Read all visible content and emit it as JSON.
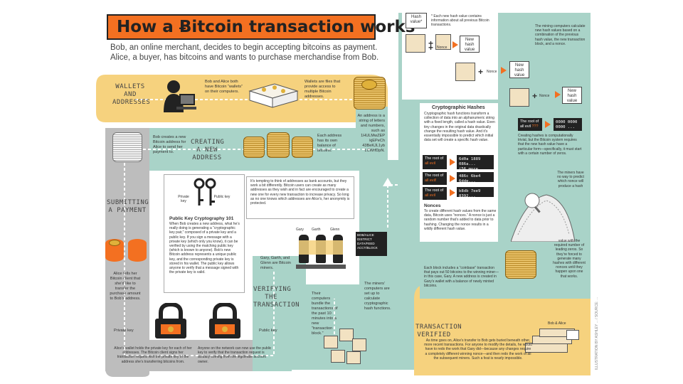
{
  "title": "How a Ƀitcoin transaction works",
  "intro": "Bob, an online merchant, decides to begin accepting bitcoins as payment. Alice, a buyer, has bitcoins and wants to purchase merchandise from Bob.",
  "colors": {
    "teal": "#a9d3c8",
    "yellow": "#f6d27e",
    "gray": "#bdbdbd",
    "orange": "#f37021",
    "dark": "#222222"
  },
  "wallets": {
    "heading": "WALLETS AND ADDRESSES",
    "text1": "Bob and Alice both have Bitcoin “wallets” on their computers.",
    "text2": "Wallets are files that provide access to multiple Bitcoin addresses.",
    "text3": "An address is a string of letters and numbers, such as 1HULMwZEP kjEPeCh 43BeKJL1yb LCWrfDpN.",
    "text4": "Each address has its own balance of bitcoins."
  },
  "creating": {
    "heading": "CREATING A NEW ADDRESS",
    "text": "Bob creates a new Bitcoin address for Alice to send her payment to."
  },
  "pkc": {
    "private_label": "Private key",
    "public_label": "Public key",
    "title": "Public Key Cryptography 101",
    "text": "When Bob creates a new address, what he’s really doing is generating a “cryptographic key pair,” composed of a private key and a public key. If you sign a message with a private key (which only you know), it can be verified by using the matching public key (which is known to anyone). Bob’s new Bitcoin address represents a unique public key, and the corresponding private key is stored in his wallet. The public key allows anyone to verify that a message signed with the private key is valid."
  },
  "tempting": {
    "text": "It’s tempting to think of addresses as bank accounts, but they work a bit differently. Bitcoin users can create as many addresses as they wish and in fact are encouraged to create a new one for every new transaction to increase privacy. So long as no one knows which addresses are Alice’s, her anonymity is protected."
  },
  "submitting": {
    "heading": "SUBMITTING A PAYMENT",
    "text": "Alice tells her Bitcoin client that she’d like to transfer the purchase amount to Bob’s address."
  },
  "keys": {
    "private_label": "Private key",
    "public_label": "Public key",
    "alice_text": "Alice’s wallet holds the private key for each of her addresses. The Bitcoin client signs her transaction request with the private key of the address she’s transferring bitcoins from.",
    "anyone_text": "Anyone on the network can now use the public key to verify that the transaction request is actually coming from the legitimate account owner."
  },
  "verifying": {
    "heading": "VERIFYING THE TRANSACTION",
    "miners_text": "Gary, Garth, and Glenn are Bitcoin miners.",
    "computers_text": "Their computers bundle the transactions of the past 10 minutes into a new “transaction block.”",
    "hash_text": "The miners’ computers are set up to calculate cryptographic hash functions.",
    "names": [
      "Gary",
      "Garth",
      "Glenn"
    ],
    "screen_lines": [
      "BOB/ALICE",
      "DISTRICT",
      "DATA/FEED",
      "ACCT/BLOCK"
    ]
  },
  "crypto_hashes": {
    "title": "Cryptographic Hashes",
    "text": "Cryptographic hash functions transform a collection of data into an alphanumeric string with a fixed length, called a hash value. Even tiny changes in the original data drastically change the resulting hash value. And it’s essentially impossible to predict which initial data set will create a specific hash value.",
    "rows": [
      {
        "label_a": "The root of",
        "label_b": "all evil",
        "hash": "6d0a 1889 086a...",
        "sub": "(56 more characters)"
      },
      {
        "label_a": "The root of",
        "label_b": "all evil!",
        "hash": "486c 6be4 6dde..."
      },
      {
        "label_a": "The root of",
        "label_b": "all evil",
        "hash": "b8db 7ee9 8392..."
      }
    ],
    "nonces_title": "Nonces",
    "nonces_text": "To create different hash values from the same data, Bitcoin uses “nonces.” A nonce is just a random number that’s added to data prior to hashing. Changing the nonce results in a wildly different hash value."
  },
  "chain": {
    "hash_value": "Hash value*",
    "note": "* Each new hash value contains information about all previous Bitcoin transactions.",
    "nonce": "Nonce",
    "new_hash": "New hash value",
    "miners_calc": "The mining computers calculate new hash values based on a combination of the previous hash value, the new transaction block, and a nonce."
  },
  "computational": {
    "box_a": "The root of",
    "box_b": "all evil",
    "box_q": "???",
    "zeros": "0000 0000 0000 ...",
    "text": "Creating hashes is computationally trivial, but the Bitcoin system requires that the new hash value have a particular form—specifically, it must start with a certain number of zeros."
  },
  "predict": {
    "text1": "The miners have no way to predict which nonce will produce a hash",
    "text2": "value with the required number of leading zeros. So they’re forced to generate many hashes with different nonces until they happen upon one that works."
  },
  "coinbase": {
    "text": "Each block includes a “coinbase” transaction that pays out 50 bitcoins to the winning miner—in this case, Gary. A new address is created in Gary’s wallet with a balance of newly minted bitcoins."
  },
  "verified": {
    "heading": "TRANSACTION VERIFIED",
    "label": "Bob & Alice",
    "text": "As time goes on, Alice’s transfer to Bob gets buried beneath other, more recent transactions. For anyone to modify the details, he would have to redo the work that Gary did—because any changes require a completely different winning nonce—and then redo the work of all the subsequent miners. Such a feat is nearly impossible."
  },
  "credit": "ILLUSTRATION BY ASHLEY ... / SOURCE: ..."
}
